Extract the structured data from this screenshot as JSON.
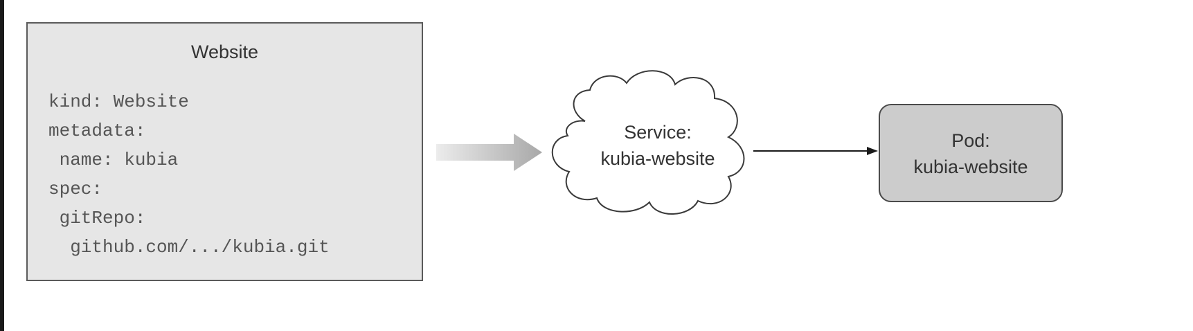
{
  "website": {
    "title": "Website",
    "code_lines": [
      "kind: Website",
      "metadata:",
      " name: kubia",
      "spec:",
      " gitRepo:",
      "  github.com/.../kubia.git"
    ]
  },
  "service": {
    "line1": "Service:",
    "line2": "kubia-website"
  },
  "pod": {
    "line1": "Pod:",
    "line2": "kubia-website"
  }
}
